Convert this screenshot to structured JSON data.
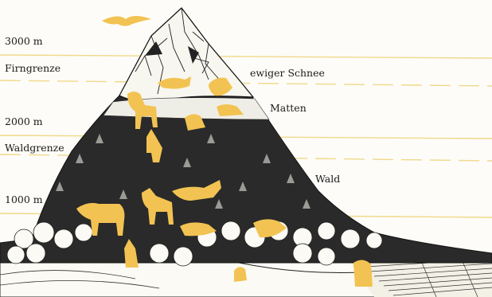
{
  "altitudes": {
    "m3000": "3000 m",
    "m2000": "2000 m",
    "m1000": "1000 m"
  },
  "boundaries": {
    "snow_line": "Firngrenze",
    "tree_line": "Waldgrenze"
  },
  "zones": {
    "snow": "ewiger Schnee",
    "meadows": "Matten",
    "forest": "Wald"
  },
  "colors": {
    "line": "#f0d98a",
    "animal": "#f2c352",
    "ink": "#1a1a1a",
    "paper": "#fdfcf8"
  },
  "animals": [
    "bird-of-prey-icon",
    "marmot-icon",
    "eagle-icon",
    "ibex-icon",
    "chamois-icon",
    "mountain-hare-icon",
    "grouse-icon",
    "deer-icon",
    "fox-icon",
    "stag-icon",
    "doe-icon",
    "badger-icon",
    "squirrel-icon",
    "hare-icon",
    "rabbit-icon",
    "owl-icon"
  ]
}
